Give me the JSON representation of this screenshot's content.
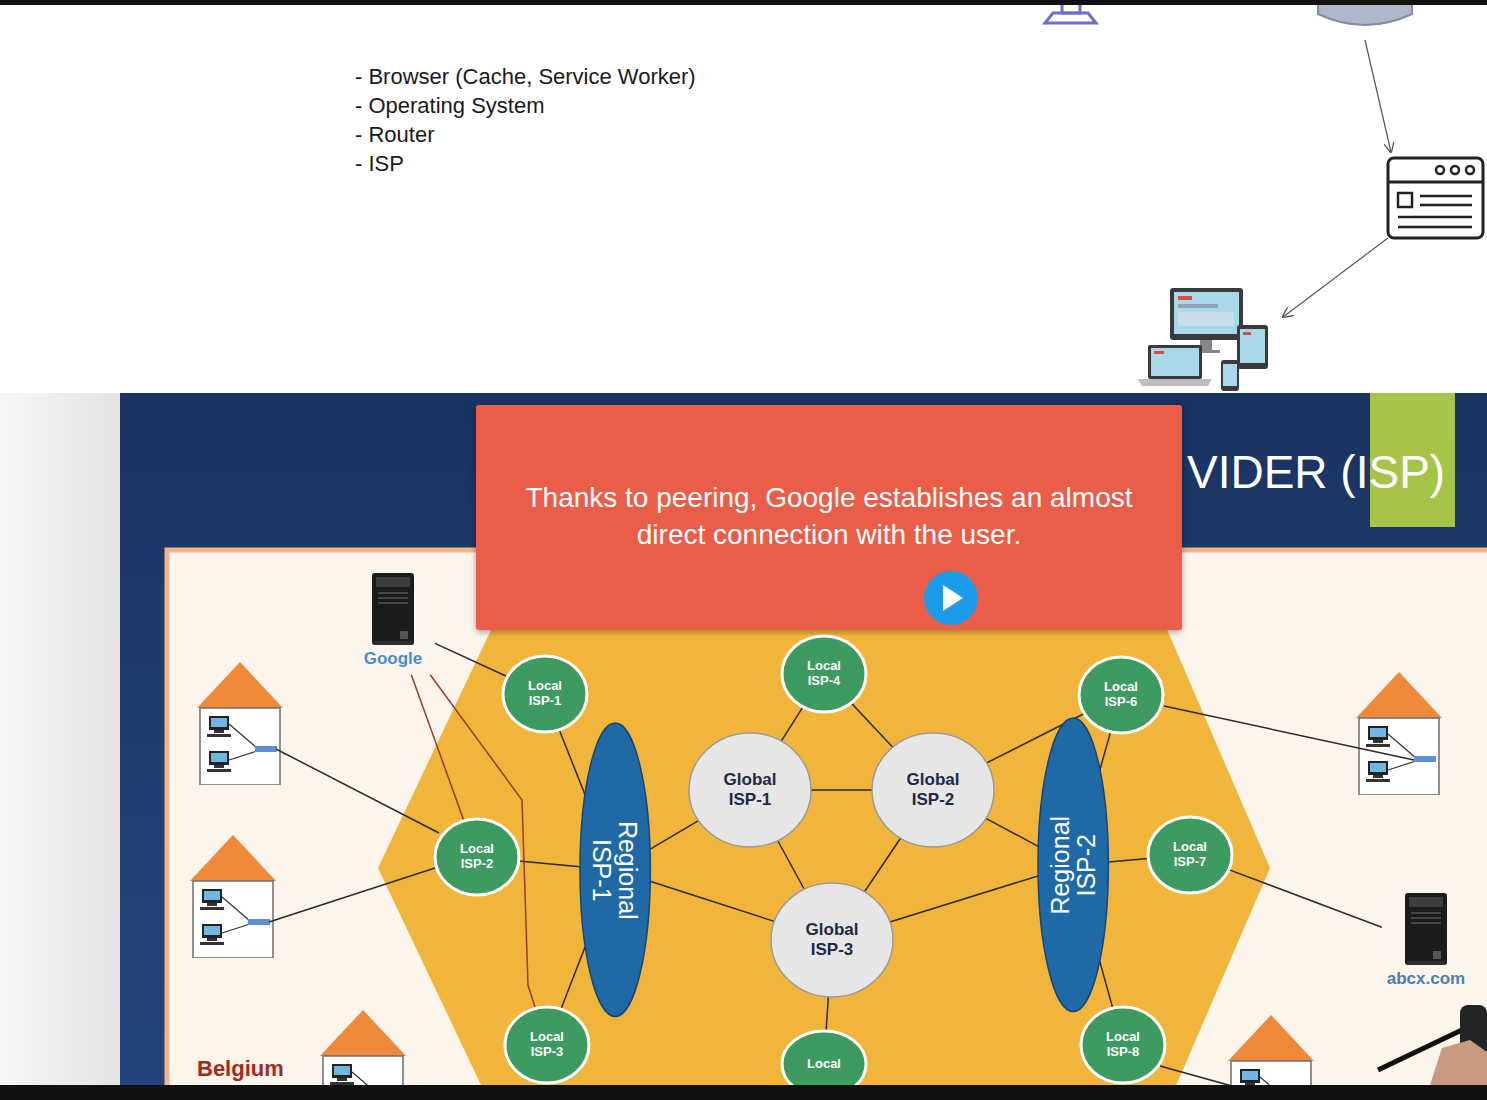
{
  "diagram": {
    "nodes": [
      {
        "text": [
          "Thanks to peering, Google establishes an almost direct connection with the user."
        ]
      },
      {
        "text": [
          "Google"
        ]
      },
      {
        "text": [
          "Local ISP-4"
        ]
      },
      {
        "text": [
          "Local ISP-1"
        ]
      },
      {
        "text": [
          "Local ISP-6"
        ]
      },
      {
        "text": [
          "Global ISP-1"
        ]
      },
      {
        "text": [
          "Global ISP-2"
        ]
      },
      {
        "text": [
          "Regional ISP-1"
        ]
      },
      {
        "text": [
          "Local ISP-2"
        ]
      },
      {
        "text": [
          "Regional ISP-2"
        ]
      },
      {
        "text": [
          "Local ISP-7"
        ]
      },
      {
        "text": [
          "Global ISP-3"
        ]
      },
      {
        "text": [
          "abcx.com"
        ]
      },
      {
        "text": [
          "Local ISP-3"
        ]
      },
      {
        "text": [
          "Local ISP-8"
        ]
      },
      {
        "text": [
          "Local"
        ]
      }
    ],
    "edges": [
      {
        "from": 1,
        "to": 3,
        "arrow": "none"
      },
      {
        "from": 1,
        "to": 8,
        "arrow": "none"
      },
      {
        "from": 1,
        "to": 13,
        "arrow": "none"
      },
      {
        "from": 3,
        "to": 7,
        "arrow": "none"
      },
      {
        "from": 8,
        "to": 7,
        "arrow": "none"
      },
      {
        "from": 13,
        "to": 7,
        "arrow": "none"
      },
      {
        "from": 7,
        "to": 5,
        "arrow": "none"
      },
      {
        "from": 7,
        "to": 11,
        "arrow": "none"
      },
      {
        "from": 2,
        "to": 5,
        "arrow": "none"
      },
      {
        "from": 2,
        "to": 6,
        "arrow": "none"
      },
      {
        "from": 5,
        "to": 6,
        "arrow": "none"
      },
      {
        "from": 5,
        "to": 11,
        "arrow": "none"
      },
      {
        "from": 6,
        "to": 11,
        "arrow": "none"
      },
      {
        "from": 6,
        "to": 4,
        "arrow": "none"
      },
      {
        "from": 6,
        "to": 9,
        "arrow": "none"
      },
      {
        "from": 11,
        "to": 9,
        "arrow": "none"
      },
      {
        "from": 4,
        "to": 9,
        "arrow": "none"
      },
      {
        "from": 10,
        "to": 9,
        "arrow": "none"
      },
      {
        "from": 14,
        "to": 9,
        "arrow": "none"
      },
      {
        "from": 11,
        "to": 15,
        "arrow": "none"
      },
      {
        "from": 10,
        "to": 12,
        "arrow": "none"
      }
    ],
    "labels": [
      "- Browser (Cache, Service Worker)",
      "- Operating System",
      "- Router",
      "- ISP",
      "VIDER (ISP)",
      "Belgium"
    ]
  }
}
